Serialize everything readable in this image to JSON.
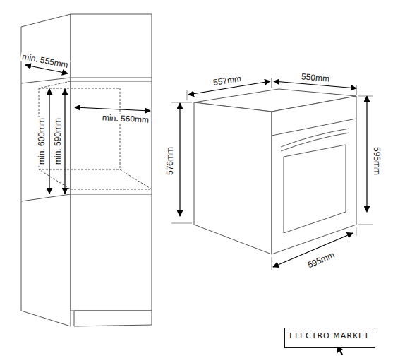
{
  "diagram": {
    "nodes": [
      {
        "text": [
          "ELECTRO MARKET"
        ]
      }
    ],
    "labels": [
      "min. 555mm",
      "min. 600mm",
      "min. 590mm",
      "min. 560mm",
      "557mm",
      "550mm",
      "576mm",
      "595mm",
      "595mm"
    ]
  }
}
